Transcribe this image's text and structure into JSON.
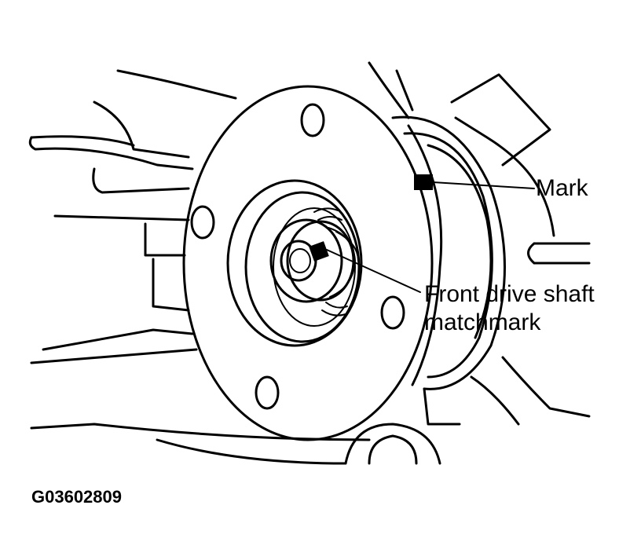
{
  "labels": {
    "mark": "Mark",
    "matchmark_line1": "Front drive shaft",
    "matchmark_line2": "matchmark"
  },
  "figure_code": "G03602809",
  "colors": {
    "ink": "#000000",
    "paper": "#ffffff"
  }
}
